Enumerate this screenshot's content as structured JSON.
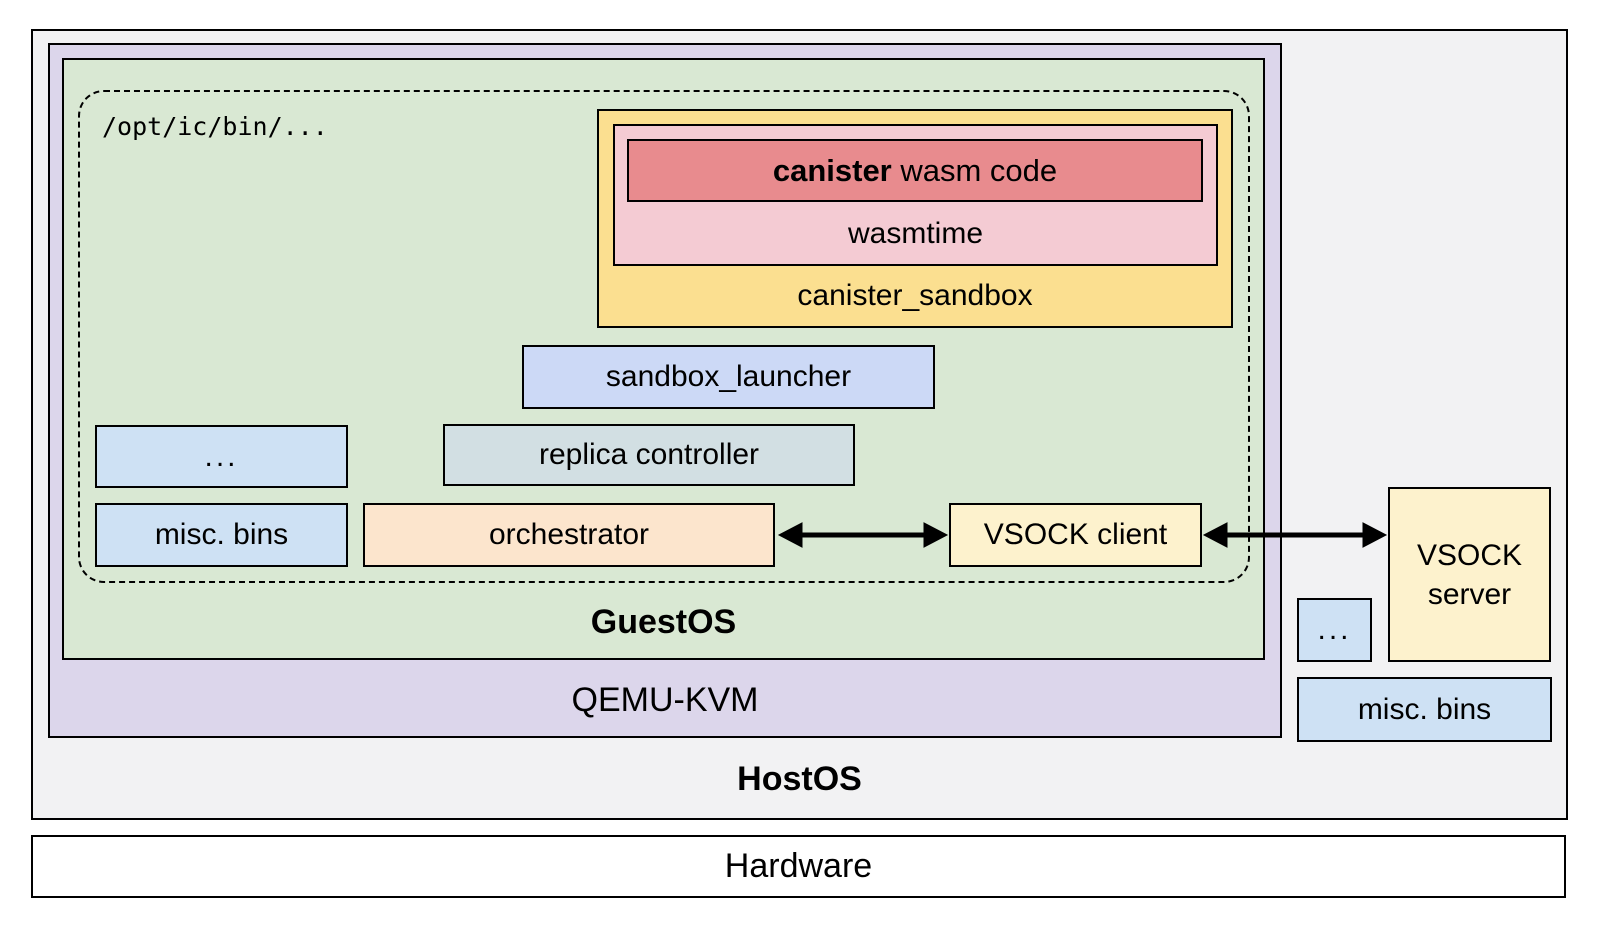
{
  "layers": {
    "hardware_label": "Hardware",
    "host_os_label": "HostOS",
    "qemu_kvm_label": "QEMU-KVM",
    "guest_os_label": "GuestOS"
  },
  "guest": {
    "bin_path": "/opt/ic/bin/...",
    "canister_label_bold": "canister",
    "canister_label_rest": " wasm code",
    "wasmtime_label": "wasmtime",
    "canister_sandbox_label": "canister_sandbox",
    "sandbox_launcher_label": "sandbox_launcher",
    "dots_label": "...",
    "replica_controller_label": "replica controller",
    "misc_bins_label": "misc. bins",
    "orchestrator_label": "orchestrator",
    "vsock_client_label": "VSOCK client"
  },
  "host": {
    "vsock_server_line1": "VSOCK",
    "vsock_server_line2": "server",
    "dots_label": "...",
    "misc_bins_label": "misc. bins"
  },
  "colors": {
    "host_os_bg": "#f2f2f3",
    "qemu_kvm_bg": "#dcd6eb",
    "guest_os_bg": "#d9e8d3",
    "canister_sandbox_bg": "#fbdf90",
    "wasmtime_bg": "#f4cbd3",
    "canister_bg": "#e88b8e",
    "blue_box_bg": "#cee1f4",
    "sandbox_launcher_bg": "#ccd9f6",
    "replica_controller_bg": "#d2dfe3",
    "orchestrator_bg": "#fce5cd",
    "vsock_bg": "#fdf2cd",
    "hardware_bg": "#ffffff",
    "border": "#000000",
    "arrow": "#000000"
  }
}
